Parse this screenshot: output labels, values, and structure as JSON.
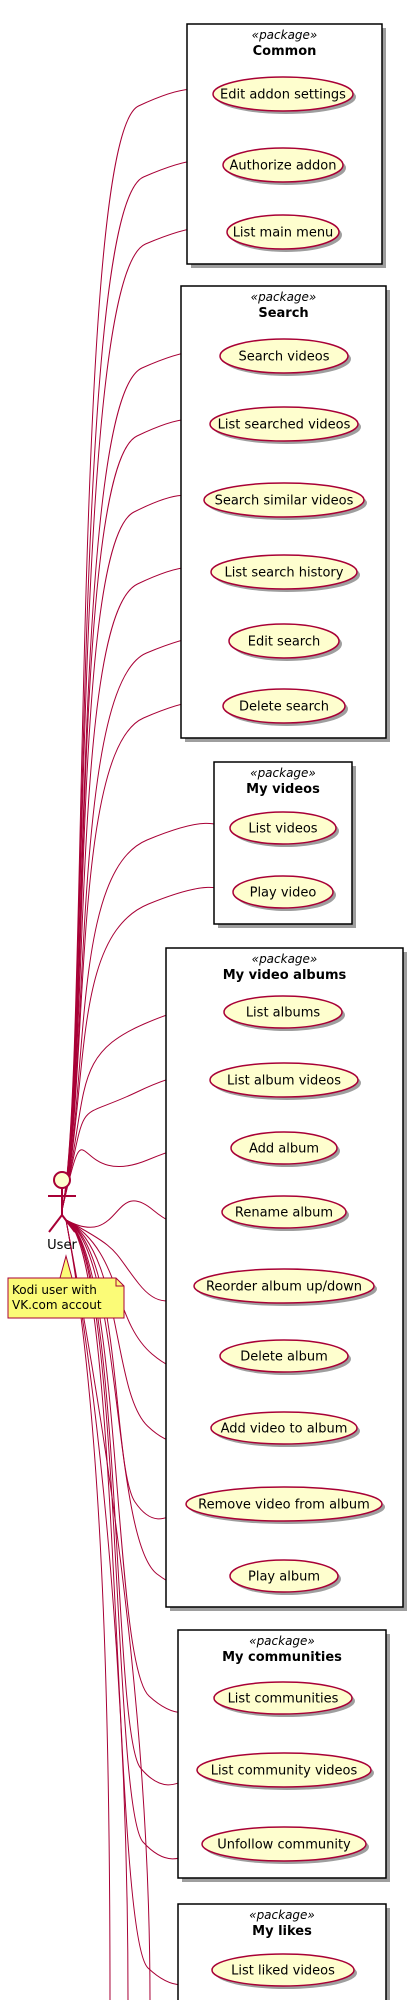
{
  "colors": {
    "line": "#A80036",
    "usecase_fill": "#FEFECE",
    "usecase_stroke": "#A80036",
    "package_stroke": "#000000",
    "note_fill": "#FBFB77",
    "note_stroke": "#A80036",
    "shadow": "#9E9E9E"
  },
  "actor": {
    "label": "User",
    "icon": "stick-figure-actor-icon"
  },
  "note": {
    "lines": [
      "Kodi user with",
      "VK.com accout"
    ]
  },
  "packages": [
    {
      "stereotype": "«package»",
      "title": "Common",
      "usecases": [
        "Edit addon settings",
        "Authorize addon",
        "List main menu"
      ]
    },
    {
      "stereotype": "«package»",
      "title": "Search",
      "usecases": [
        "Search videos",
        "List searched videos",
        "Search similar videos",
        "List search history",
        "Edit search",
        "Delete search"
      ]
    },
    {
      "stereotype": "«package»",
      "title": "My videos",
      "usecases": [
        "List videos",
        "Play video"
      ]
    },
    {
      "stereotype": "«package»",
      "title": "My video albums",
      "usecases": [
        "List albums",
        "List album videos",
        "Add album",
        "Rename album",
        "Reorder album up/down",
        "Delete album",
        "Add video to album",
        "Remove video from album",
        "Play album"
      ]
    },
    {
      "stereotype": "«package»",
      "title": "My communities",
      "usecases": [
        "List communities",
        "List community videos",
        "Unfollow community"
      ]
    },
    {
      "stereotype": "«package»",
      "title": "My likes",
      "usecases": [
        "List liked videos"
      ]
    }
  ]
}
